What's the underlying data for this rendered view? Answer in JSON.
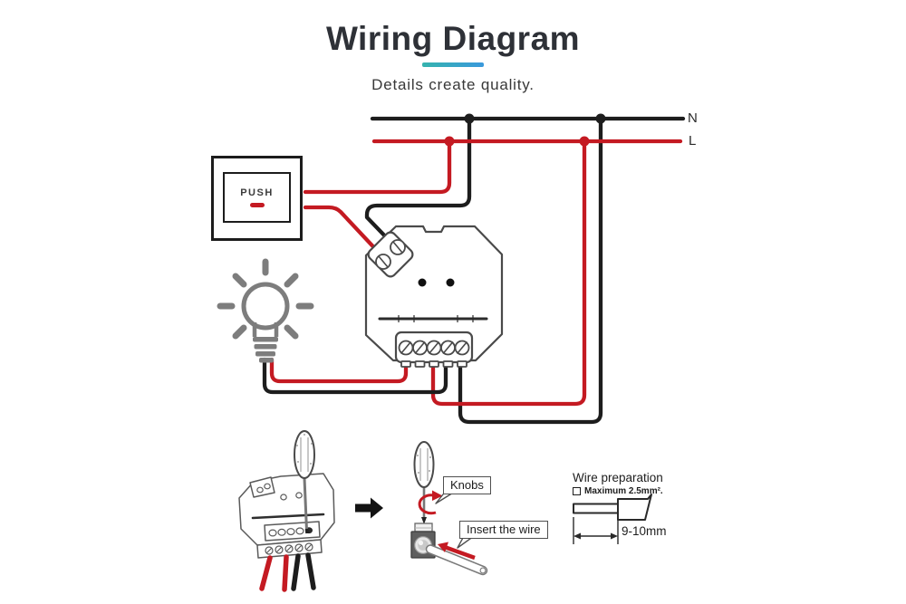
{
  "header": {
    "title": "Wiring Diagram",
    "subtitle": "Details create quality."
  },
  "diagram": {
    "labels": {
      "neutral": "N",
      "live": "L",
      "push_button": "PUSH"
    }
  },
  "instructions": {
    "knobs_label": "Knobs",
    "insert_wire_label": "Insert the wire",
    "wire_prep": {
      "title": "Wire preparation",
      "max_spec": "Maximum 2.5mm².",
      "strip_length": "9-10mm"
    }
  },
  "icons": {
    "light-bulb-icon": "gray incandescent bulb with rays (lamp load)",
    "push-switch-icon": "wall push-button switch with red indicator",
    "relay-module-icon": "octagonal relay/dimmer module with screw terminals",
    "screwdriver-icon": "screwdriver turning terminal knob",
    "arrow-right-icon": "solid black step arrow",
    "rotation-arrow-icon": "red circular turn arrow",
    "insertion-arrow-icon": "red arrow showing wire insertion direction",
    "wire-strip-icon": "stripped wire end with dimension lines"
  },
  "theme": {
    "wire-red": "#c41a22",
    "wire-black": "#1d1d1d",
    "accent-teal": "#35b3ae",
    "accent-blue": "#3a99dc",
    "bulb-gray": "#7d7d7d",
    "outline-gray": "#4a4a4a",
    "text-dark": "#2e3137"
  }
}
